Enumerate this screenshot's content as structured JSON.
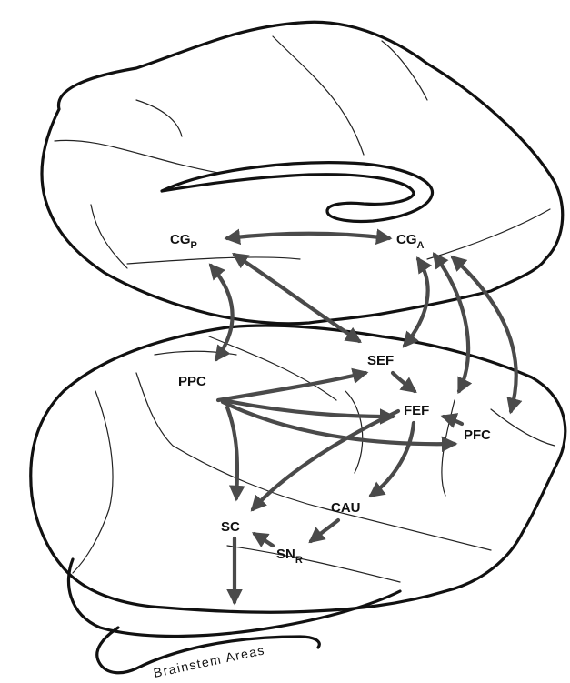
{
  "nodes": {
    "cgp": {
      "main": "CG",
      "sub": "P"
    },
    "cga": {
      "main": "CG",
      "sub": "A"
    },
    "sef": {
      "main": "SEF"
    },
    "ppc": {
      "main": "PPC"
    },
    "fef": {
      "main": "FEF"
    },
    "pfc": {
      "main": "PFC"
    },
    "cau": {
      "main": "CAU"
    },
    "sc": {
      "main": "SC"
    },
    "snr": {
      "main": "SN",
      "sub": "R"
    }
  },
  "brainstem_label": "Brainstem Areas",
  "colors": {
    "outline": "#111111",
    "arrow": "#4a4a4a"
  }
}
